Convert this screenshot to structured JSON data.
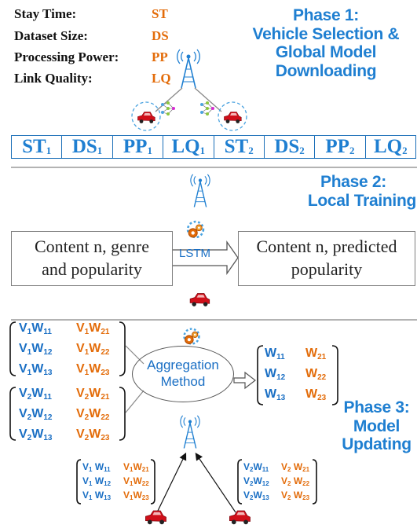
{
  "legend": [
    {
      "key": "Stay Time:",
      "abbr": "ST"
    },
    {
      "key": "Dataset Size:",
      "abbr": "DS"
    },
    {
      "key": "Processing Power:",
      "abbr": "PP"
    },
    {
      "key": "Link Quality:",
      "abbr": "LQ"
    }
  ],
  "phase1": {
    "line1": "Phase 1:",
    "line2": "Vehicle Selection &",
    "line3": "Global Model",
    "line4": "Downloading"
  },
  "phase2": {
    "line1": "Phase 2:",
    "line2": "Local Training"
  },
  "phase3": {
    "line1": "Phase 3:",
    "line2": "Model",
    "line3": "Updating"
  },
  "param_table": [
    {
      "base": "ST",
      "sub": "1"
    },
    {
      "base": "DS",
      "sub": "1"
    },
    {
      "base": "PP",
      "sub": "1"
    },
    {
      "base": "LQ",
      "sub": "1"
    },
    {
      "base": "ST",
      "sub": "2"
    },
    {
      "base": "DS",
      "sub": "2"
    },
    {
      "base": "PP",
      "sub": "2"
    },
    {
      "base": "LQ",
      "sub": "2"
    }
  ],
  "local_training": {
    "input_line1": "Content n, genre",
    "input_line2": "and popularity",
    "model_label": "LSTM",
    "output_line1": "Content n, predicted",
    "output_line2": "popularity"
  },
  "aggregation": {
    "line1": "Aggregation",
    "line2": "Method"
  },
  "vehicle1_weights": {
    "blue": [
      [
        "V",
        "1",
        "W",
        "11"
      ],
      [
        "V",
        "1",
        "W",
        "12"
      ],
      [
        "V",
        "1",
        "W",
        "13"
      ]
    ],
    "orange": [
      [
        "V",
        "1",
        "W",
        "21"
      ],
      [
        "V",
        "1",
        "W",
        "22"
      ],
      [
        "V",
        "1",
        "W",
        "23"
      ]
    ]
  },
  "vehicle2_weights": {
    "blue": [
      [
        "V",
        "2",
        "W",
        "11"
      ],
      [
        "V",
        "2",
        "W",
        "12"
      ],
      [
        "V",
        "2",
        "W",
        "13"
      ]
    ],
    "orange": [
      [
        "V",
        "2",
        "W",
        "21"
      ],
      [
        "V",
        "2",
        "W",
        "22"
      ],
      [
        "V",
        "2",
        "W",
        "23"
      ]
    ]
  },
  "global_weights": {
    "blue": [
      [
        "W",
        "11"
      ],
      [
        "W",
        "12"
      ],
      [
        "W",
        "13"
      ]
    ],
    "orange": [
      [
        "W",
        "21"
      ],
      [
        "W",
        "22"
      ],
      [
        "W",
        "23"
      ]
    ]
  },
  "colors": {
    "phase_blue": "#1f7fd1",
    "orange": "#e36c0a",
    "car_red": "#d0101a",
    "line_gray": "#888888"
  },
  "icons": [
    "antenna-tower-icon",
    "car-icon",
    "neural-network-icon",
    "gear-processing-icon"
  ]
}
